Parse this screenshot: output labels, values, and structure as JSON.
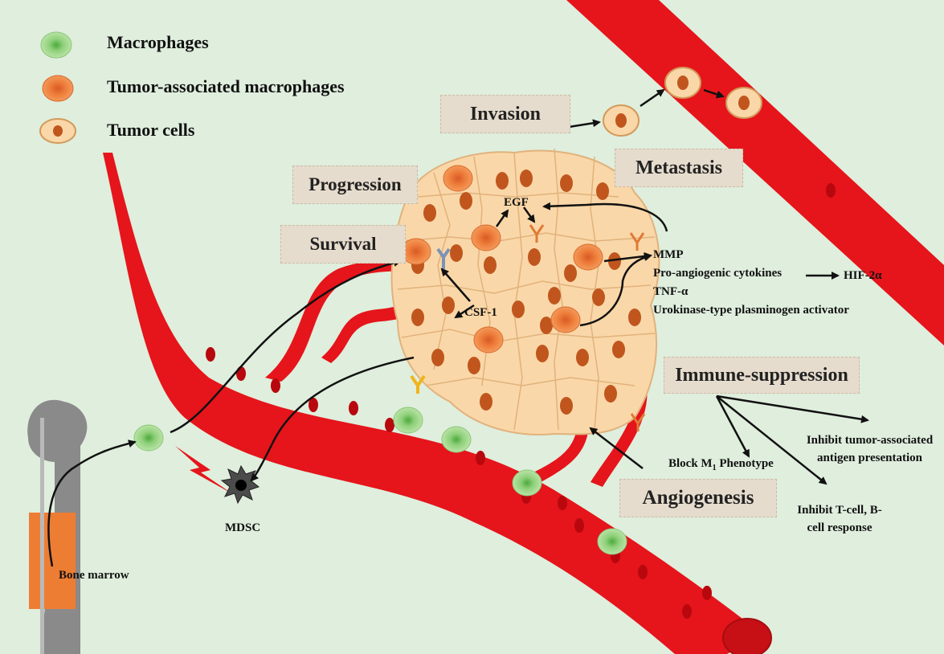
{
  "legend": {
    "macrophages": "Macrophages",
    "tam": "Tumor-associated macrophages",
    "tumor_cells": "Tumor cells"
  },
  "process_labels": {
    "invasion": "Invasion",
    "metastasis": "Metastasis",
    "progression": "Progression",
    "survival": "Survival",
    "immune_suppression": "Immune-suppression",
    "angiogenesis": "Angiogenesis"
  },
  "factors": {
    "egf": "EGF",
    "csf1": "CSF-1",
    "mmp": "MMP",
    "pro_angiogenic": "Pro-angiogenic cytokines",
    "hif2a": "HIF-2α",
    "tnfa": "TNF-α",
    "upa": "Urokinase-type plasminogen activator"
  },
  "effects": {
    "block_m1_prefix": "Block M",
    "block_m1_sub": "1",
    "block_m1_suffix": " Phenotype",
    "inhibit_antigen_line1": "Inhibit tumor-associated",
    "inhibit_antigen_line2": "antigen presentation",
    "inhibit_tb_line1": "Inhibit T-cell, B-",
    "inhibit_tb_line2": "cell response"
  },
  "other": {
    "mdsc": "MDSC",
    "bone_marrow": "Bone marrow"
  },
  "colors": {
    "background": "#dfeedd",
    "vessel": "#e5151b",
    "tumor_cell": "#fad7a8",
    "tumor_nucleus": "#c0561e",
    "macrophage": "#9fd58c",
    "tam": "#ee7d3a",
    "bone": "#8a8a8a",
    "marrow": "#ee7d34"
  }
}
